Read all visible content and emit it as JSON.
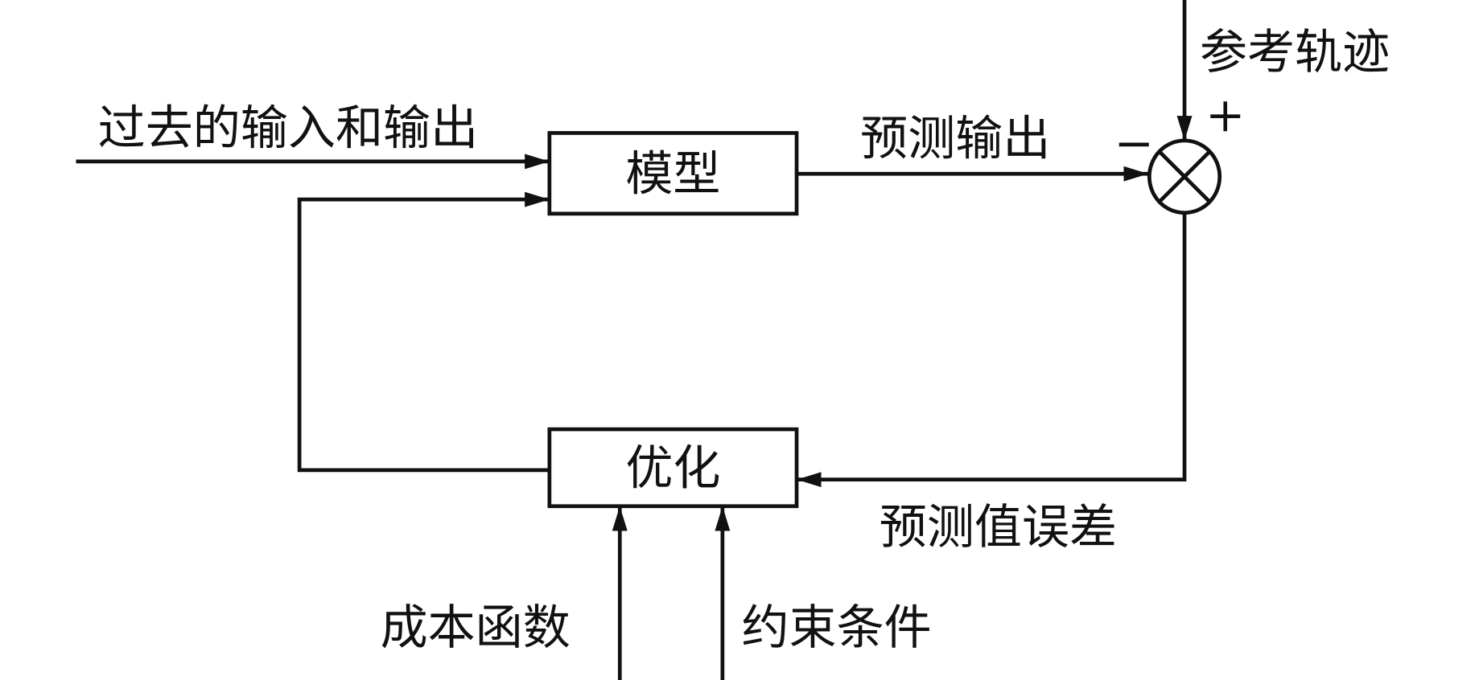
{
  "labels": {
    "past_io": "过去的输入和输出",
    "model": "模型",
    "predicted_output": "预测输出",
    "minus": "−",
    "plus": "+",
    "reference": "参考轨迹",
    "optimization": "优化",
    "prediction_error": "预测值误差",
    "cost_function": "成本函数",
    "constraints": "约束条件"
  },
  "colors": {
    "stroke": "#111111",
    "background": "#ffffff"
  }
}
